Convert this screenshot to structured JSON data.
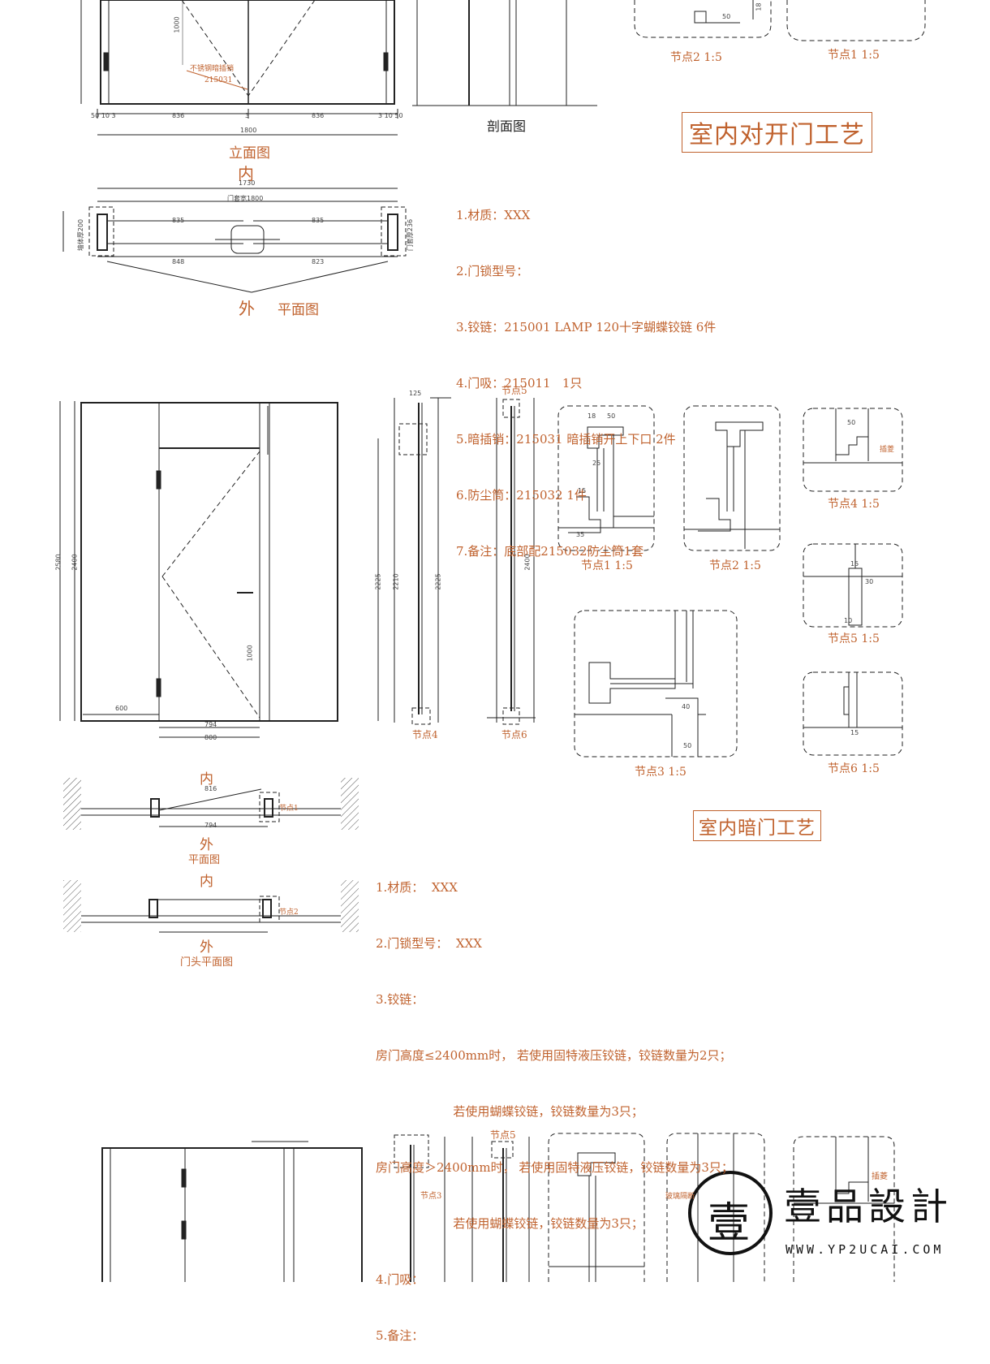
{
  "section1": {
    "title": "室内对开门工艺",
    "elevation_label": "立面图",
    "section_label": "剖面图",
    "inner_label": "内",
    "outer_label": "外",
    "plan_label": "平面图",
    "node2_label": "节点2  1:5",
    "node1_label": "节点1  1:5",
    "bolt_label": "不锈钢暗插销",
    "bolt_code": "215031",
    "notes": [
      "1.材质：XXX",
      "2.门锁型号：",
      "3.铰链：215001 LAMP 120十字蝴蝶铰链 6件",
      "4.门吸：215011   1只",
      "5.暗插销：215031 暗插销开上下口 2件",
      "6.防尘筒：215032 1件",
      "7.备注：底部配215032防尘筒1套"
    ],
    "dims": {
      "d1000": "1000",
      "d836a": "836",
      "d836b": "836",
      "d1800": "1800",
      "d50103": "50 10 3",
      "d31050": "3 10 50",
      "d3": "3",
      "d1730": "1730",
      "door_width": "门套宽1800",
      "d835a": "835",
      "d835b": "835",
      "d848": "848",
      "d823": "823",
      "wall_thk": "墙体厚200",
      "frame_thk": "门套厚236",
      "d18": "18",
      "d50": "50"
    }
  },
  "section2": {
    "title": "室内暗门工艺",
    "inner_label": "内",
    "outer_label": "外",
    "plan_label": "平面图",
    "head_plan_label": "门头平面图",
    "nodes": {
      "n1": "节点1  1:5",
      "n2": "节点2  1:5",
      "n3": "节点3  1:5",
      "n4": "节点4  1:5",
      "n5": "节点5  1:5",
      "n6": "节点6  1:5",
      "n4s": "节点4",
      "n5s": "节点5",
      "n6s": "节点6",
      "n1s": "节点1",
      "n2s": "节点2",
      "n5t": "节点5"
    },
    "notes": [
      "1.材质：  XXX",
      "2.门锁型号：  XXX",
      "3.铰链：",
      "房门高度≤2400mm时， 若使用固特液压铰链，铰链数量为2只；",
      "                    若使用蝴蝶铰链，铰链数量为3只；",
      "房门高度＞2400mm时， 若使用固特液压铰链，铰链数量为3只；",
      "                    若使用蝴蝶铰链，铰链数量为3只；",
      "4.门吸：",
      "5.备注："
    ],
    "dims": {
      "d2580": "2580",
      "d2400": "2400",
      "d2225": "2225",
      "d2210": "2210",
      "d2225b": "2225",
      "d2400b": "2400",
      "d1000": "1000",
      "d600": "600",
      "d794": "794",
      "d800": "800",
      "d816": "816",
      "d794b": "794",
      "d50": "50",
      "d18": "18",
      "d25": "25",
      "d15": "15",
      "d30": "30",
      "d10": "10",
      "d35": "35",
      "d40": "40",
      "anchor": "插菱",
      "d125": "125"
    }
  },
  "section3": {
    "node5": "节点5",
    "node3": "节点3",
    "side_label": "玻璃隔断",
    "anchor": "插菱"
  },
  "logo": {
    "name": "壹品設計",
    "url": "WWW.YP2UCAI.COM",
    "mark": "壹"
  },
  "colors": {
    "accent": "#c0622e",
    "line": "#222222"
  }
}
